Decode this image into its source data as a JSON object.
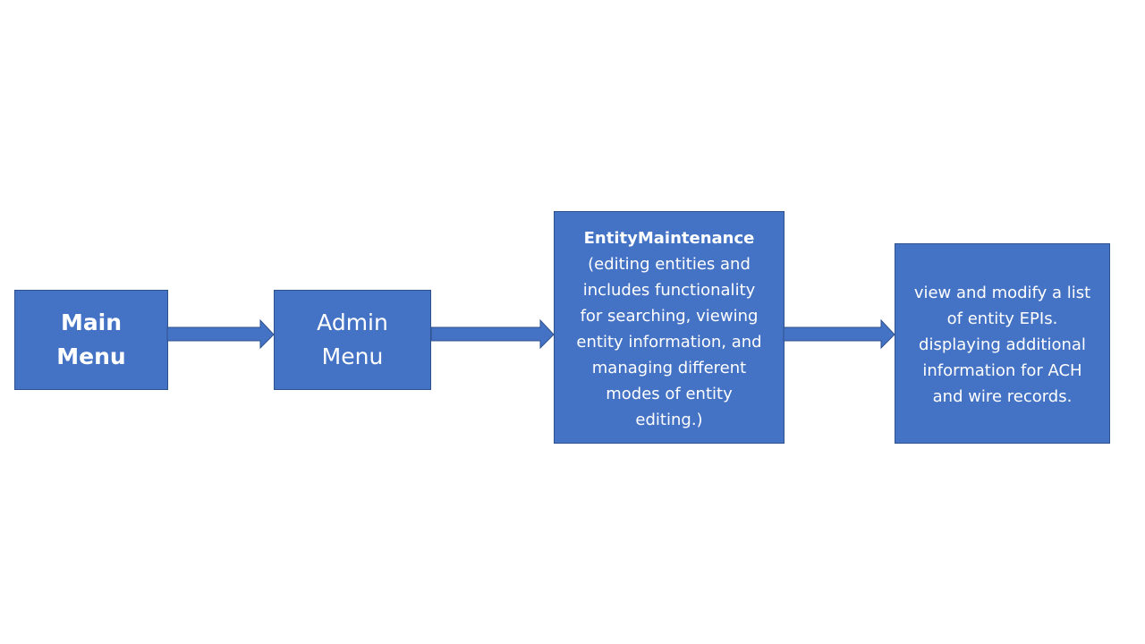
{
  "diagram": {
    "nodes": {
      "main_menu": {
        "label": "Main\nMenu"
      },
      "admin_menu": {
        "label": "Admin\nMenu"
      },
      "entity_maintenance": {
        "title": "EntityMaintenance",
        "description": " (editing entities and\nincludes functionality\nfor searching, viewing\nentity information, and\nmanaging different\nmodes of entity\nediting.)"
      },
      "epi_list": {
        "label": "view and modify a list\nof entity EPIs.\ndisplaying additional\ninformation for ACH\nand wire records."
      }
    },
    "edges": [
      {
        "from": "main_menu",
        "to": "admin_menu"
      },
      {
        "from": "admin_menu",
        "to": "entity_maintenance"
      },
      {
        "from": "entity_maintenance",
        "to": "epi_list"
      }
    ],
    "colors": {
      "node_fill": "#4472c4",
      "node_border": "#2f528f",
      "node_text": "#ffffff"
    }
  }
}
